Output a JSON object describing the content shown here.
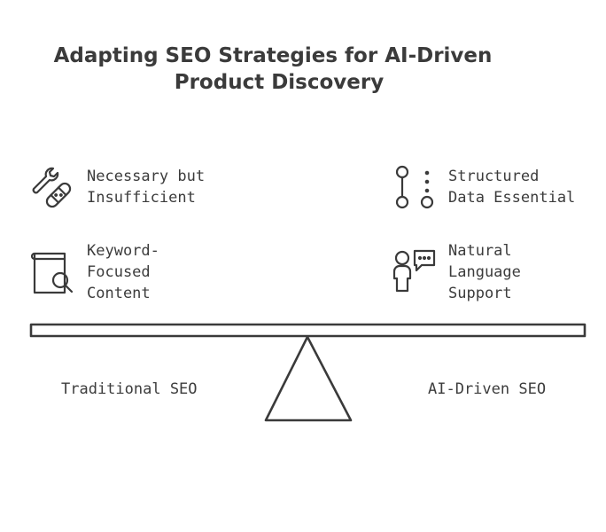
{
  "title": {
    "line1": "Adapting SEO Strategies for AI-Driven",
    "line2": "Product Discovery"
  },
  "left": {
    "label": "Traditional SEO",
    "items": [
      {
        "lines": [
          "Necessary but",
          "Insufficient"
        ],
        "icon": "wrench-and-bandage-icon"
      },
      {
        "lines": [
          "Keyword-",
          "Focused",
          "Content"
        ],
        "icon": "document-search-icon"
      }
    ]
  },
  "right": {
    "label": "AI-Driven SEO",
    "items": [
      {
        "lines": [
          "Structured",
          "Data Essential"
        ],
        "icon": "structure-nodes-icon"
      },
      {
        "lines": [
          "Natural",
          "Language",
          "Support"
        ],
        "icon": "person-chat-icon"
      }
    ]
  },
  "colors": {
    "stroke": "#3a3a3a",
    "text": "#3c3c3c",
    "background": "#ffffff"
  }
}
